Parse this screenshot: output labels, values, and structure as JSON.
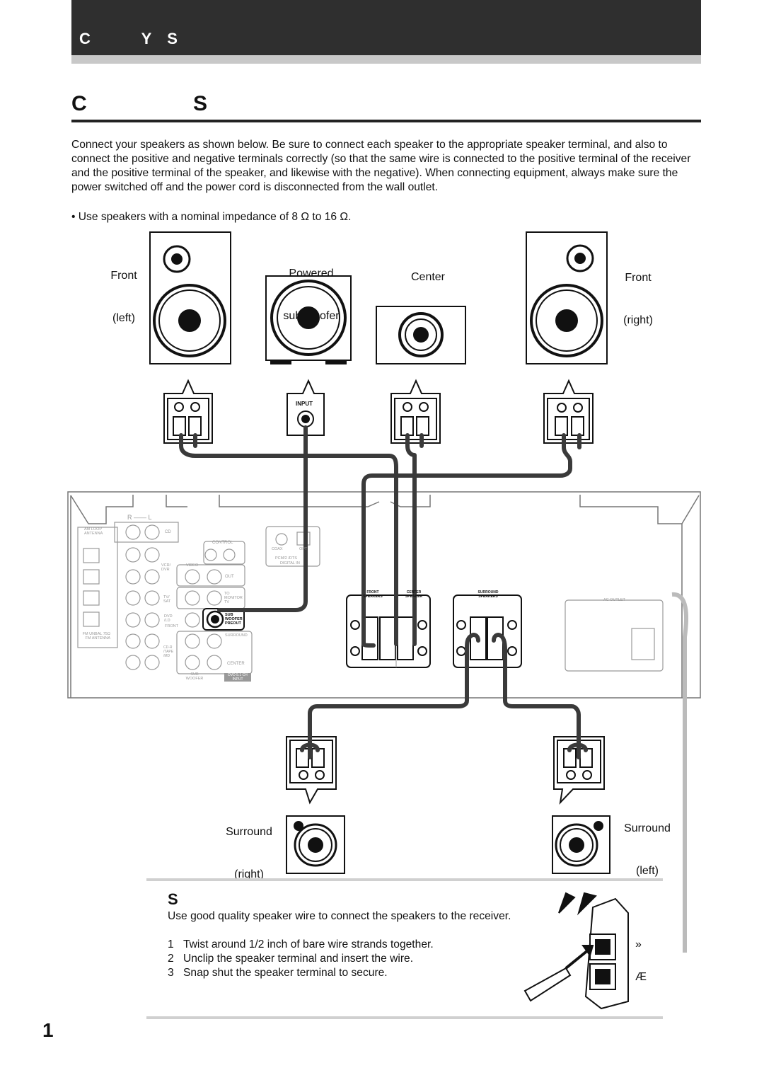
{
  "header": {
    "title": "C          Y   S"
  },
  "section": {
    "title": "C                S"
  },
  "intro": {
    "paragraph": "Connect your speakers as shown below. Be sure to connect each speaker to the appropriate speaker terminal, and also to connect the positive and negative terminals correctly (so that the same wire is connected to the positive terminal of the receiver and the positive terminal of the speaker, and likewise with the negative). When connecting equipment, always make sure the power switched off and the power cord is disconnected from the wall outlet.",
    "bullet": "•  Use speakers with a nominal impedance of 8 Ω to 16 Ω."
  },
  "speakers": {
    "front_left": "Front\nleft)",
    "front_left_l1": "Front",
    "front_left_l2": "(left)",
    "subwoofer_l1": "Powered",
    "subwoofer_l2": "sub-woofer",
    "center": "Center",
    "front_right_l1": "Front",
    "front_right_l2": "(right)",
    "surround_right_l1": "Surround",
    "surround_right_l2": "(right)",
    "surround_left_l1": "Surround",
    "surround_left_l2": "(left)"
  },
  "receiver": {
    "input": "INPUT",
    "r": "R",
    "l": "L",
    "am_loop": "AM LOOP ANTENNA",
    "fm": "FM UNBAL 75Ω FM ANTENNA",
    "in": "IN",
    "cd": "CD",
    "control": "CONTROL",
    "out": "OUT",
    "vcr_dvr": "VCR/ DVR",
    "video": "VIDEO",
    "tv_sat": "TV/ SAT",
    "to_monitor": "TO MONITOR TV",
    "dvd_ld": "DVD /LD",
    "front": "FRONT",
    "sub_woofer_preout": "SUB WOOFER PREOUT",
    "surround": "SURROUND",
    "center": "CENTER",
    "cd_r_tape": "CD-R /TAPE /MD",
    "sub_woofer": "SUB WOOFER",
    "dvd51": "DVD 5.1 CH INPUT",
    "coax": "COAX",
    "opt": "OPT",
    "pcm": "PCM/2 /DTS",
    "digital": "DIGITAL IN",
    "front_speakers": "FRONT SPEAKERS",
    "center_speaker": "CENTER SPEAKER",
    "surround_speakers": "SURROUND SPEAKERS",
    "ac_outlet": "AC OUTLET"
  },
  "wire_section": {
    "title": "S",
    "text": "Use good quality speaker wire to connect the speakers to the receiver.",
    "steps": [
      {
        "n": "1",
        "t": "Twist around 1/2 inch of bare wire strands together."
      },
      {
        "n": "2",
        "t": "Unclip the speaker terminal and insert the wire."
      },
      {
        "n": "3",
        "t": "Snap shut the speaker terminal to secure."
      }
    ],
    "plus": "»",
    "minus": "Æ"
  },
  "page": {
    "number": "1"
  }
}
